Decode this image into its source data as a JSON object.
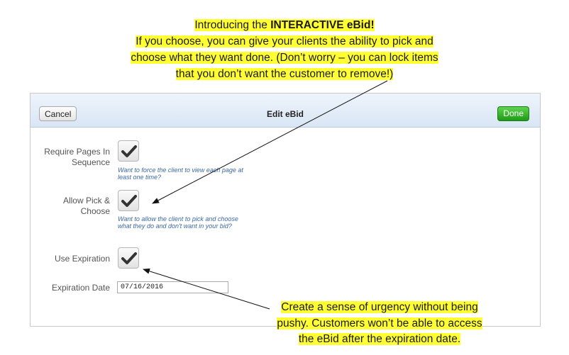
{
  "callout_top": {
    "line1_pre": "Introducing the ",
    "line1_bold": "INTERACTIVE eBid!",
    "line2": "If you choose, you can give your clients the ability to pick and",
    "line3": "choose what they want done. (Don’t worry – you can lock items",
    "line4": "that you don’t want the customer to remove!)"
  },
  "toolbar": {
    "cancel_label": "Cancel",
    "title": "Edit eBid",
    "done_label": "Done"
  },
  "form": {
    "require_pages": {
      "label": "Require Pages In Sequence",
      "help": "Want to force the client to view each page at least one time?",
      "checked": true
    },
    "allow_pick": {
      "label": "Allow Pick & Choose",
      "help": "Want to allow the client to pick and choose what they do and don't want in your bid?",
      "checked": true
    },
    "use_expiration": {
      "label": "Use Expiration",
      "checked": true
    },
    "expiration_date": {
      "label": "Expiration Date",
      "value": "07/16/2016"
    }
  },
  "callout_bottom": {
    "line1": "Create a sense of urgency without being",
    "line2": "pushy. Customers won’t be able to access",
    "line3": "the eBid after the expiration date."
  },
  "colors": {
    "highlight": "#ffff33",
    "done_green": "#1f9a16",
    "help_blue": "#3a68a8"
  }
}
